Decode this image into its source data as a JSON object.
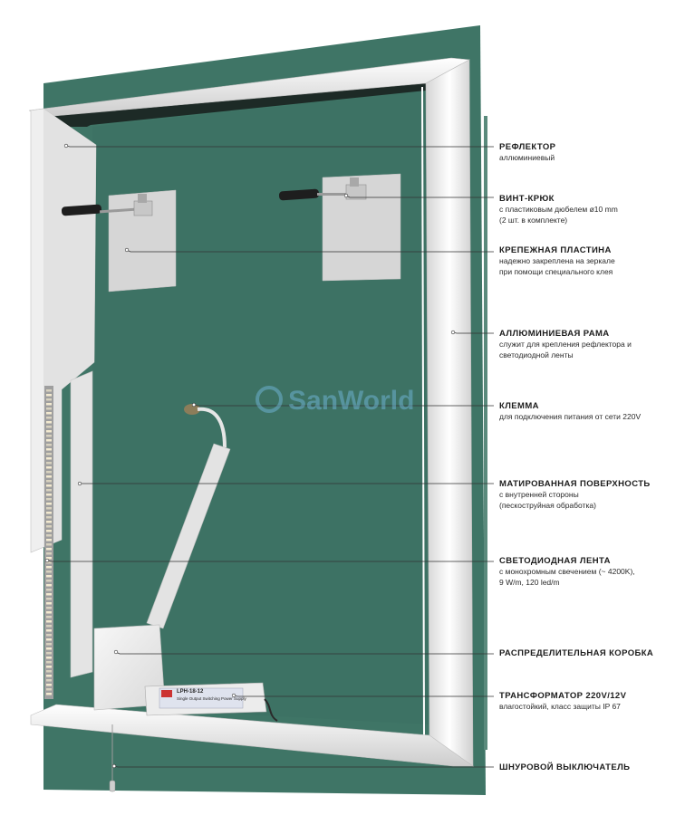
{
  "watermark": {
    "text": "SanWorld"
  },
  "transformer_label": {
    "model": "LPH-18-12",
    "caption": "Single Output Switching Power Supply"
  },
  "colors": {
    "wall": "#3f7566",
    "panel": "#3d7264",
    "frame_light": "#f1f1f1",
    "frame_shade": "#c9c9c9",
    "plate": "#d6d6d6",
    "leader": "#333333"
  },
  "callouts": [
    {
      "id": "reflector",
      "title": "РЕФЛЕКТОР",
      "lines": [
        "аллюминиевый"
      ]
    },
    {
      "id": "screw-hook",
      "title": "ВИНТ-КРЮК",
      "lines": [
        "с пластиковым дюбелем ø10 mm",
        "(2 шт. в комплекте)"
      ]
    },
    {
      "id": "mount-plate",
      "title": "КРЕПЕЖНАЯ ПЛАСТИНА",
      "lines": [
        "надежно закреплена на зеркале",
        "при помощи специального клея"
      ]
    },
    {
      "id": "aluminum-frame",
      "title": "АЛЛЮМИНИЕВАЯ РАМА",
      "lines": [
        "служит для крепления рефлектора и",
        "светодиодной ленты"
      ]
    },
    {
      "id": "terminal",
      "title": "КЛЕММА",
      "lines": [
        "для подключения питания от сети 220V"
      ]
    },
    {
      "id": "matte-surface",
      "title": "МАТИРОВАННАЯ ПОВЕРХНОСТЬ",
      "lines": [
        "с внутренней стороны",
        "(пескоструйная обработка)"
      ]
    },
    {
      "id": "led-strip",
      "title": "СВЕТОДИОДНАЯ ЛЕНТА",
      "lines": [
        "с монохромным свечением (~ 4200K),",
        "9 W/m, 120 led/m"
      ]
    },
    {
      "id": "junction-box",
      "title": "РАСПРЕДЕЛИТЕЛЬНАЯ КОРОБКА",
      "lines": []
    },
    {
      "id": "transformer",
      "title": "ТРАНСФОРМАТОР 220V/12V",
      "lines": [
        "влагостойкий, класс защиты IP 67"
      ]
    },
    {
      "id": "cord-switch",
      "title": "ШНУРОВОЙ ВЫКЛЮЧАТЕЛЬ",
      "lines": []
    }
  ]
}
